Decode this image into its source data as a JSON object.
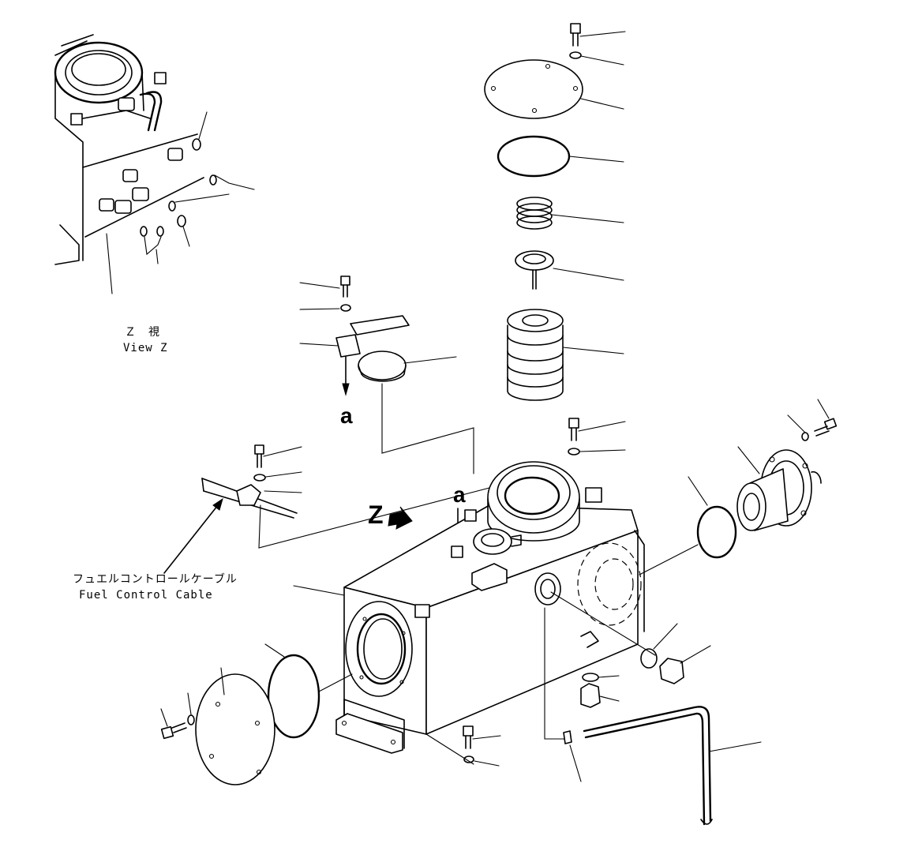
{
  "labels": {
    "view_z_jp": "Ｚ　視",
    "view_z_en": "View Z",
    "fuel_cable_jp": "フュエルコントロールケーブル",
    "fuel_cable_en": "Fuel Control Cable",
    "z_arrow": "Z",
    "ref_a_upper": "a",
    "ref_a_lower": "a"
  },
  "colors": {
    "line": "#000000",
    "background": "#ffffff"
  }
}
